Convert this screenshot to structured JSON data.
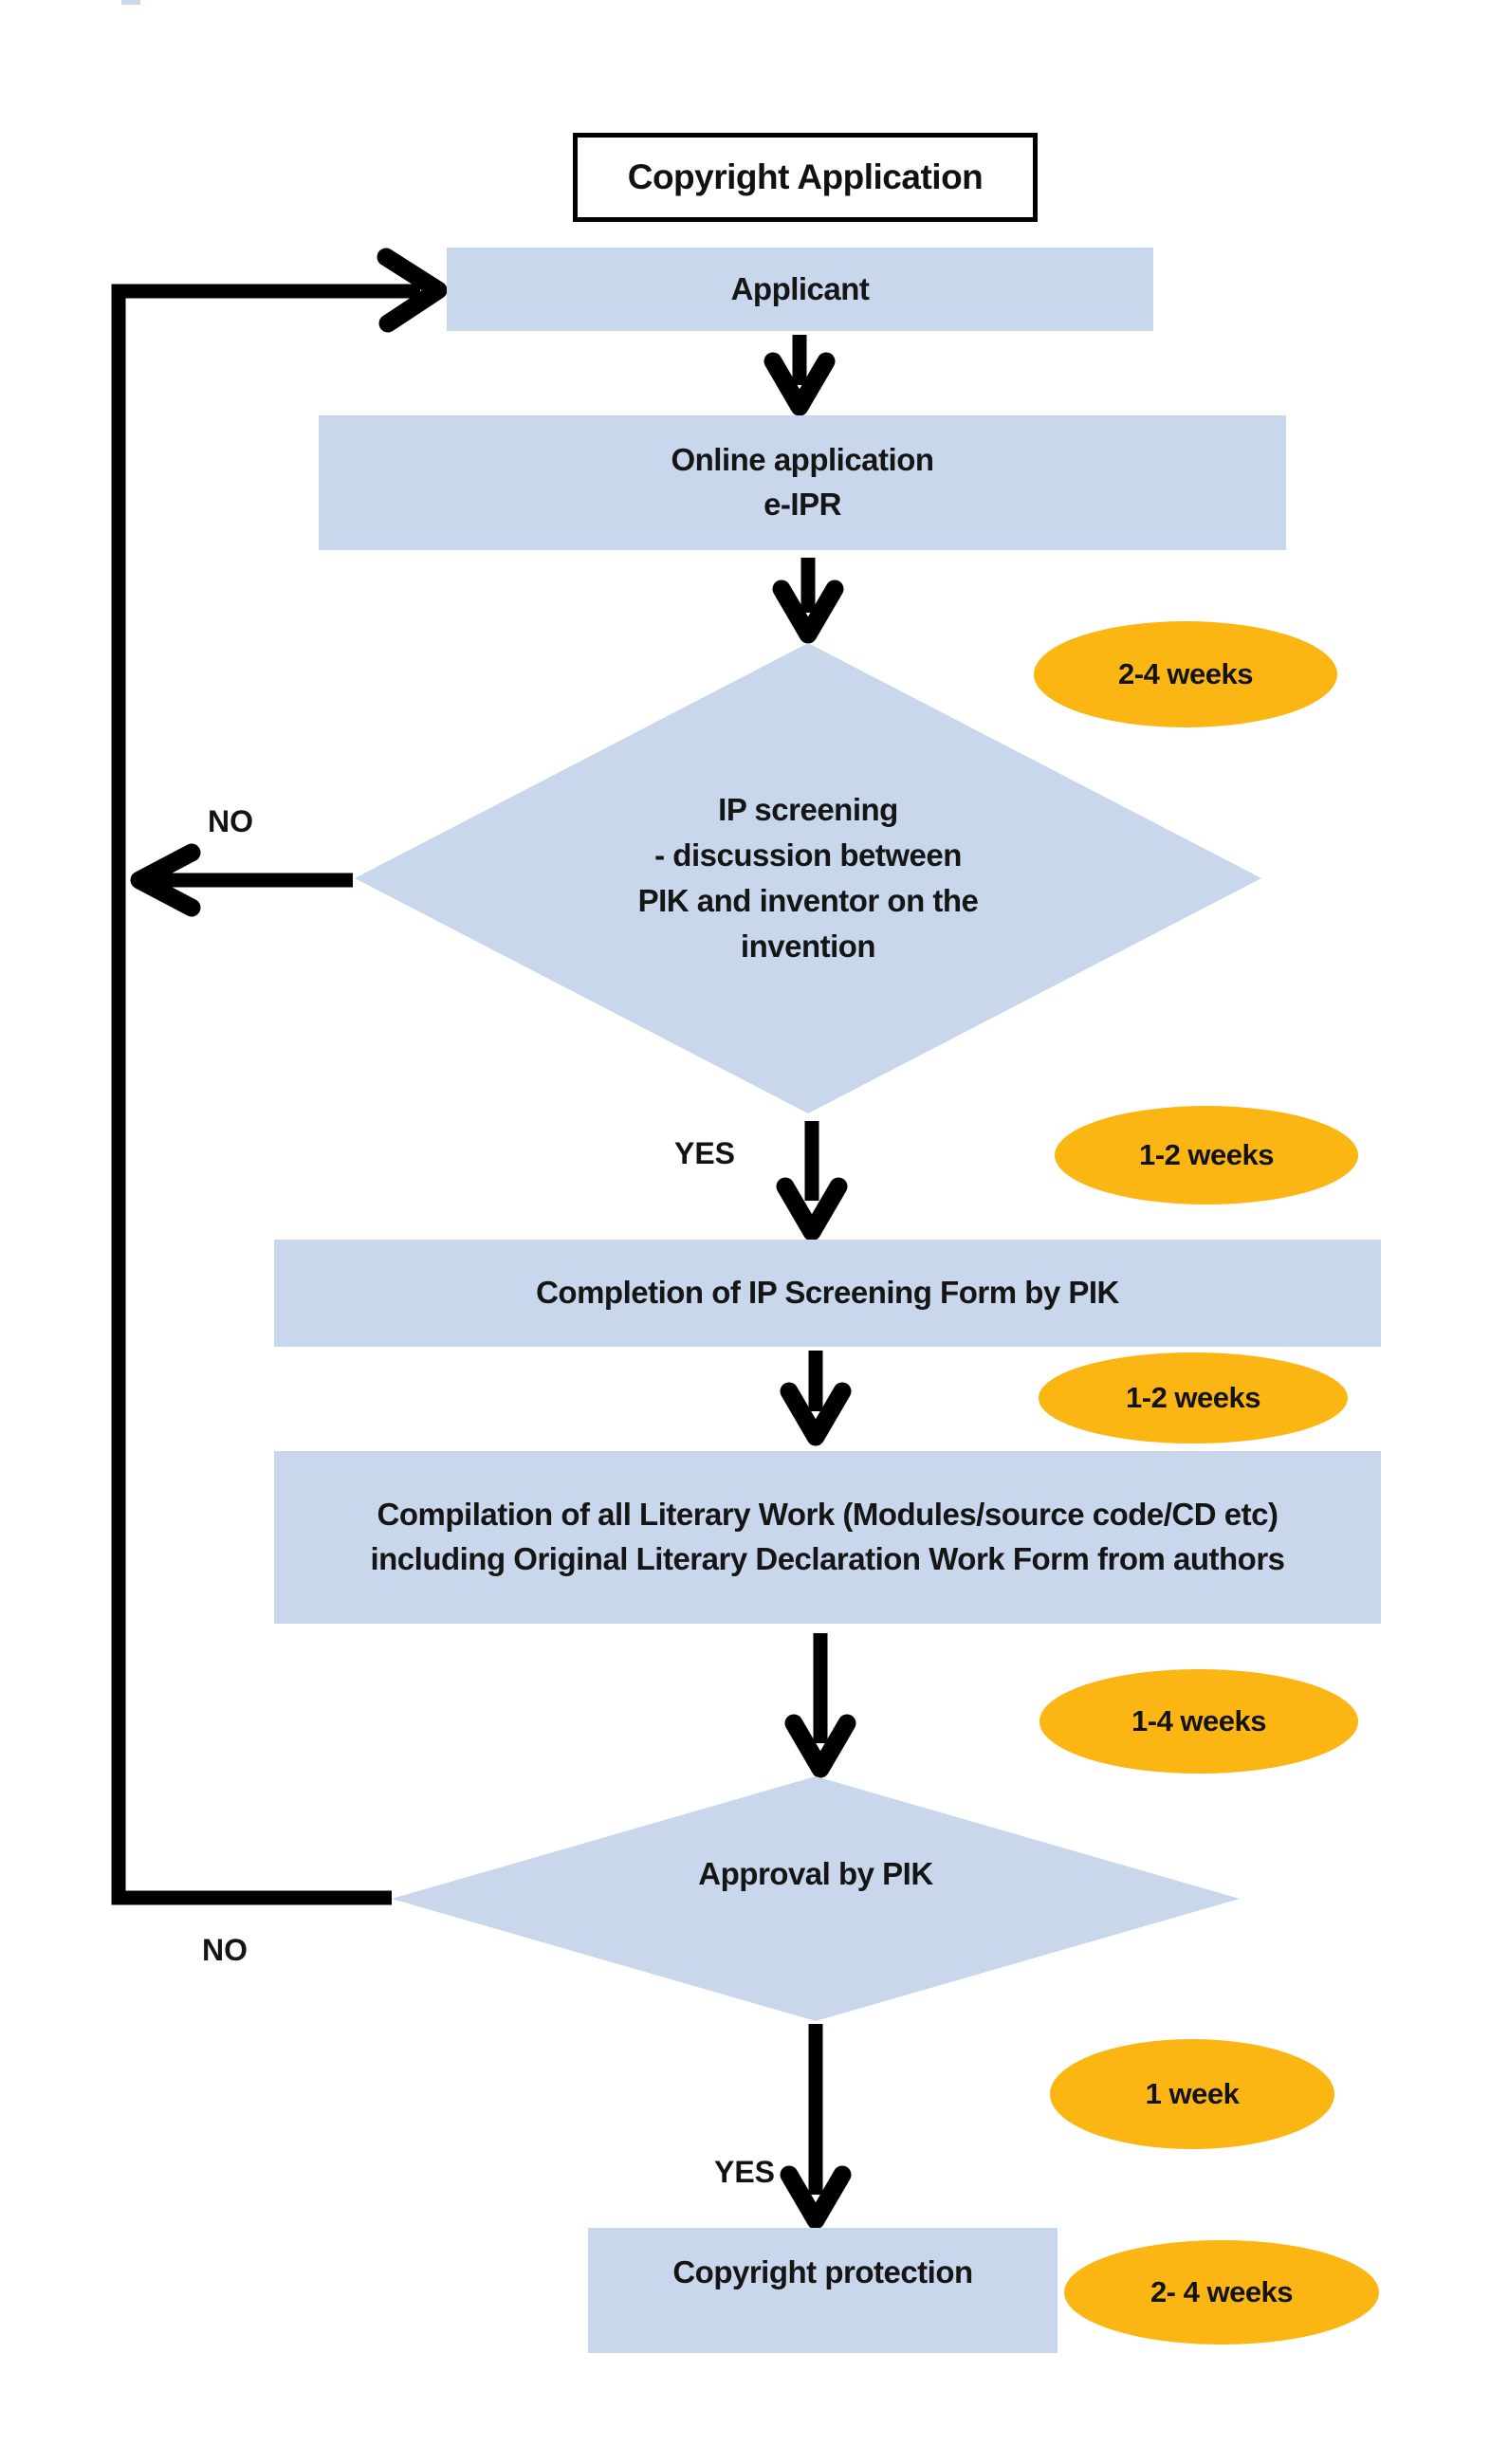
{
  "title": "Copyright Application",
  "nodes": {
    "applicant": "Applicant",
    "online": {
      "line1": "Online application",
      "line2": "e-IPR"
    },
    "ip_screening": {
      "line1": "IP screening",
      "line2": "- discussion between",
      "line3": "PIK and inventor on the",
      "line4": "invention"
    },
    "completion": "Completion of IP Screening Form by PIK",
    "compilation": "Compilation of all Literary Work (Modules/source code/CD etc) including Original Literary Declaration Work Form from authors",
    "approval": "Approval by PIK",
    "copyright": "Copyright protection"
  },
  "durations": {
    "ip_screening": "2-4 weeks",
    "screening_form": "1-2 weeks",
    "compilation": "1-2 weeks",
    "approval": "1-4 weeks",
    "protection_wait": "1 week",
    "protection": "2- 4 weeks"
  },
  "branches": {
    "no_ip_screening": "NO",
    "yes_ip_screening": "YES",
    "no_approval": "NO",
    "yes_approval": "YES"
  },
  "colors": {
    "node_fill": "#c8d7eb",
    "duration_fill": "#fcb614",
    "line": "#000000",
    "text": "#131313"
  }
}
